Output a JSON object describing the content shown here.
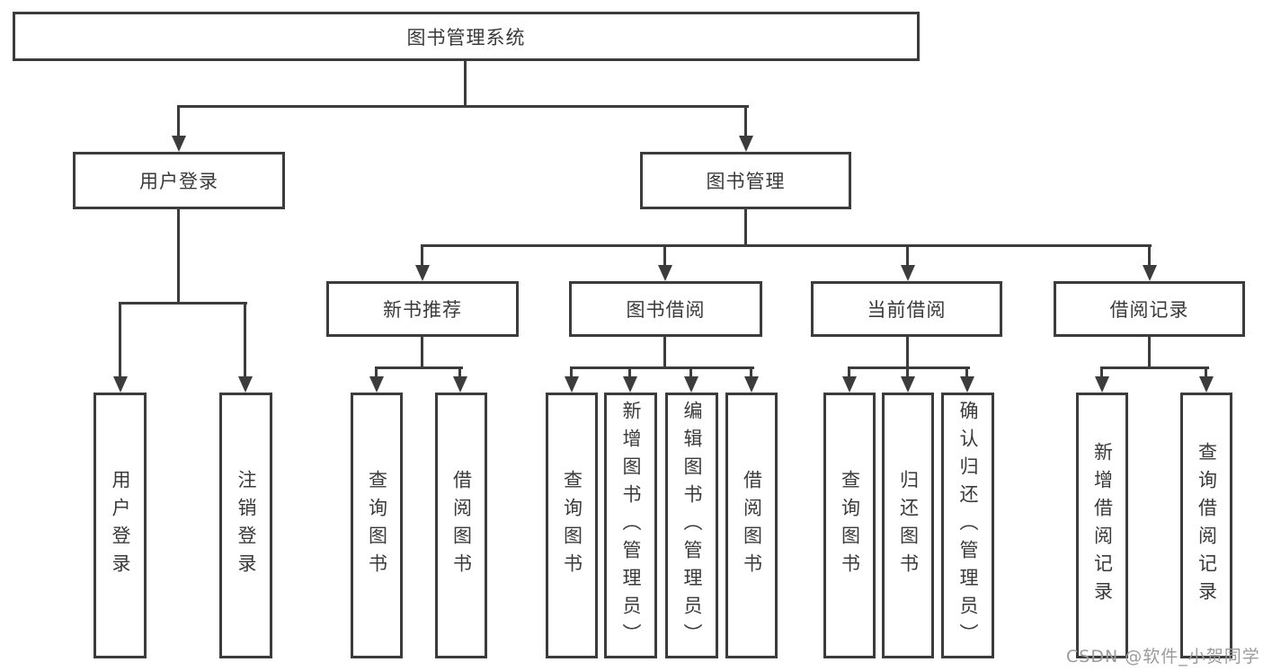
{
  "colors": {
    "line": "#3c3c3c",
    "text": "#3a3a3a",
    "box_fill": "#ffffff",
    "background": "#ffffff",
    "watermark": "#9b9b9b"
  },
  "watermark": "CSDN @软件_小贺同学",
  "diagram": {
    "root": "图书管理系统",
    "branches": {
      "user_login": "用户登录",
      "book_mgmt": "图书管理"
    },
    "modules": {
      "new_books": "新书推荐",
      "book_borrow": "图书借阅",
      "current_borrow": "当前借阅",
      "borrow_records": "借阅记录"
    },
    "leaves": {
      "user_login": "用户登录",
      "logout": "注销登录",
      "nb_query": "查询图书",
      "nb_borrow": "借阅图书",
      "bb_query": "查询图书",
      "bb_add": "新增图书（管理员）",
      "bb_edit": "编辑图书（管理员）",
      "bb_borrow": "借阅图书",
      "cur_query": "查询图书",
      "cur_return": "归还图书",
      "cur_confirm": "确认归还（管理员）",
      "rec_add": "新增借阅记录",
      "rec_query": "查询借阅记录"
    }
  }
}
